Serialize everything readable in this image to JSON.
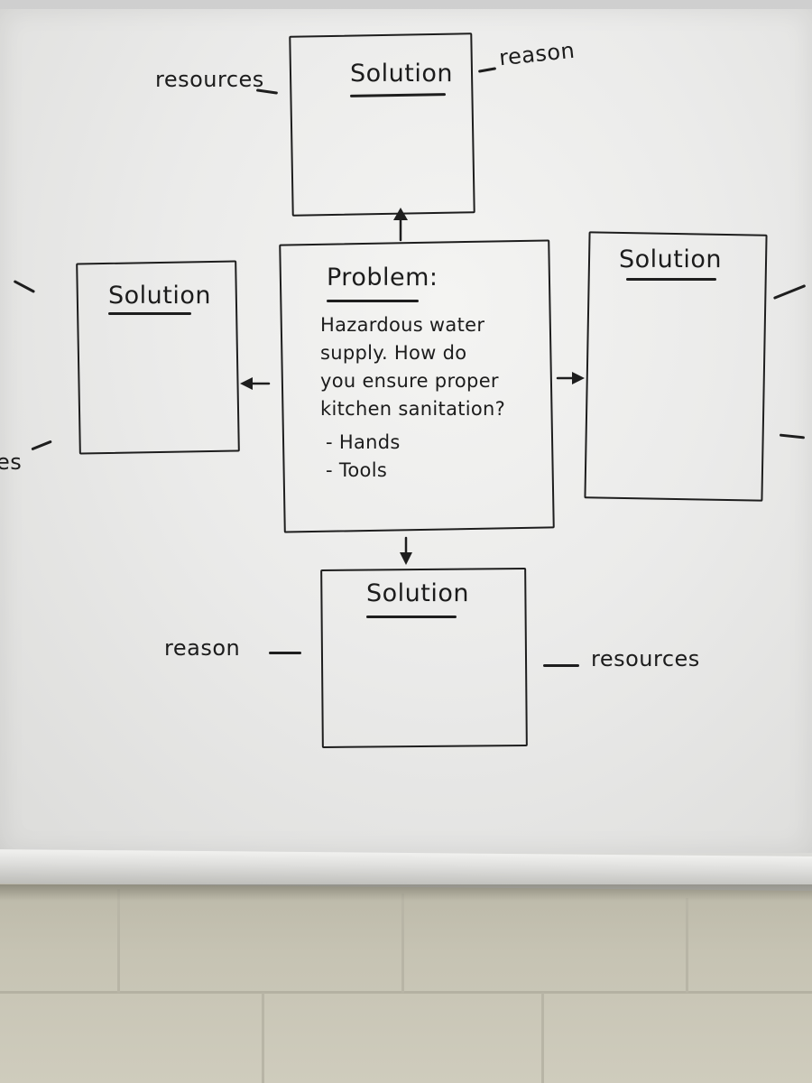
{
  "problem": {
    "title": "Problem:",
    "lines": [
      "Hazardous water",
      "supply. How do",
      "you ensure proper",
      "kitchen sanitation?"
    ],
    "bullets": [
      "- Hands",
      "- Tools"
    ]
  },
  "solutions": {
    "top": {
      "title": "Solution"
    },
    "left": {
      "title": "Solution"
    },
    "right": {
      "title": "Solution"
    },
    "bottom": {
      "title": "Solution"
    }
  },
  "side_labels": {
    "top_left": "resources",
    "top_right": "reason",
    "left_bottom_partial": "es",
    "bottom_left": "reason",
    "bottom_right": "resources"
  },
  "colors": {
    "marker": "#1e1e1e",
    "board": "#ededeb",
    "wall": "#c6c3b3"
  }
}
